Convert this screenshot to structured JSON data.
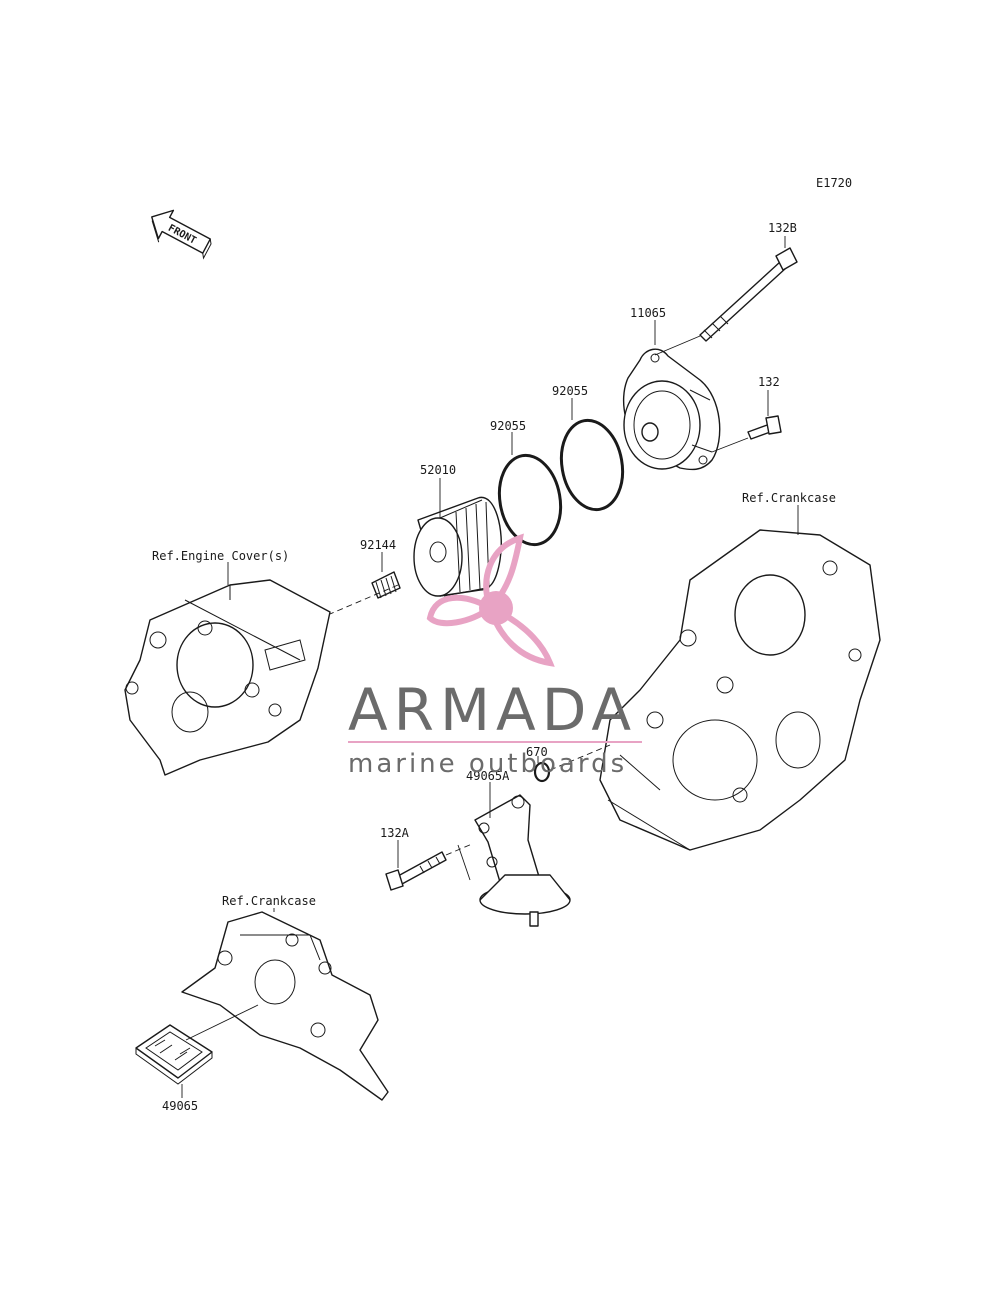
{
  "diagram": {
    "code": "E1720",
    "front_arrow_label": "FRONT",
    "parts": {
      "p132B": "132B",
      "p11065": "11065",
      "p132": "132",
      "p92055a": "92055",
      "p92055b": "92055",
      "p52010": "52010",
      "p92144": "92144",
      "p670": "670",
      "p49065A": "49065A",
      "p132A": "132A",
      "p49065": "49065"
    },
    "refs": {
      "engine_cover": "Ref.Engine Cover(s)",
      "crankcase_right": "Ref.Crankcase",
      "crankcase_left": "Ref.Crankcase"
    }
  },
  "watermark": {
    "title": "ARMADA",
    "subtitle": "marine outboards",
    "logo_color": "#e8a3c4",
    "text_color": "#6b6b6b"
  }
}
